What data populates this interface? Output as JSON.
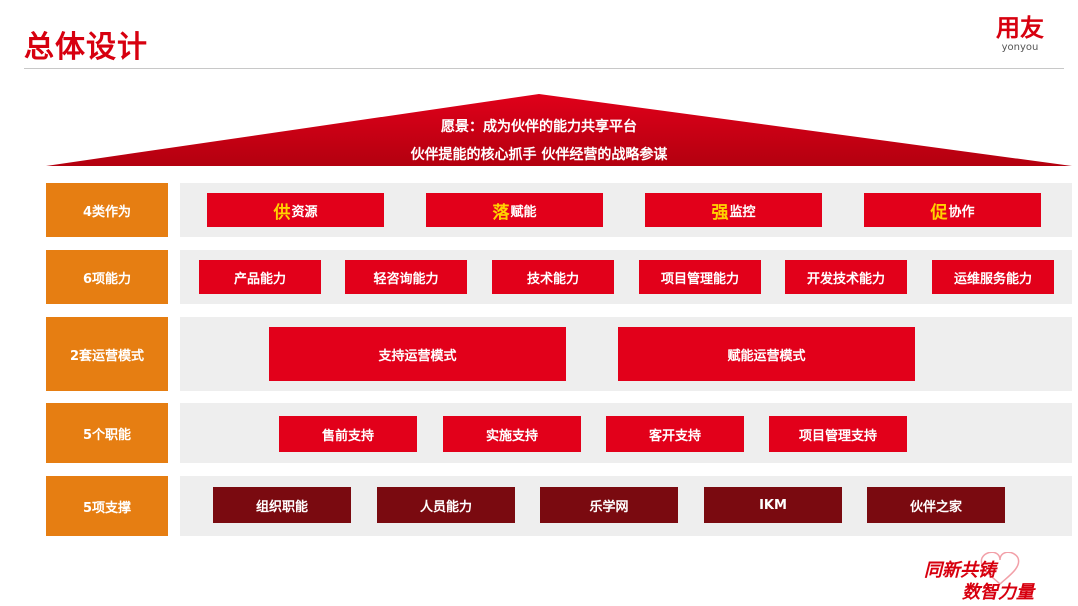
{
  "header": {
    "title": "总体设计",
    "logo_cn": "用友",
    "logo_en": "yonyou"
  },
  "roof": {
    "line1": "愿景：成为伙伴的能力共享平台",
    "line2": "伙伴提能的核心抓手  伙伴经营的战略参谋"
  },
  "rows": {
    "r1": {
      "label": "4类作为",
      "items": [
        {
          "big": "供",
          "rest": "资源"
        },
        {
          "big": "落",
          "rest": "赋能"
        },
        {
          "big": "强",
          "rest": "监控"
        },
        {
          "big": "促",
          "rest": "协作"
        }
      ]
    },
    "r2": {
      "label": "6项能力",
      "items": [
        "产品能力",
        "轻咨询能力",
        "技术能力",
        "项目管理能力",
        "开发技术能力",
        "运维服务能力"
      ]
    },
    "r3": {
      "label": "2套运营模式",
      "items": [
        "支持运营模式",
        "赋能运营模式"
      ]
    },
    "r4": {
      "label": "5个职能",
      "items": [
        "售前支持",
        "实施支持",
        "客开支持",
        "项目管理支持"
      ]
    },
    "r5": {
      "label": "5项支撑",
      "items": [
        "组织职能",
        "人员能力",
        "乐学网",
        "IKM",
        "伙伴之家"
      ]
    }
  },
  "slogan": {
    "line1": "同新共铸",
    "line2": "数智力量"
  },
  "colors": {
    "brand_red": "#e2001a",
    "dark_red": "#7a0a10",
    "orange": "#e67e12",
    "highlight_yellow": "#ffd200"
  }
}
